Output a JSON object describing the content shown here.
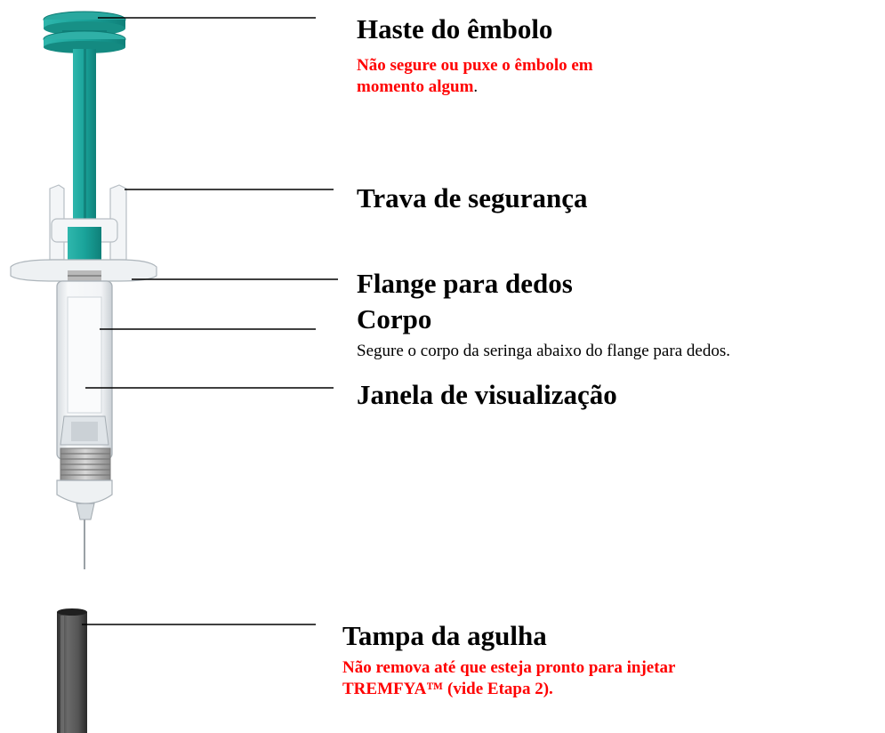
{
  "colors": {
    "plunger": "#1aa39a",
    "plunger_dark": "#0e7b74",
    "warning_text": "#ff0000",
    "needle_cap": "#4a4a4a"
  },
  "labels": {
    "plunger_rod": {
      "title": "Haste do êmbolo",
      "note_line1": "Não segure ou puxe o êmbolo em",
      "note_line2": "momento algum",
      "note_period": "."
    },
    "safety_guard": {
      "title": "Trava de segurança"
    },
    "finger_flange": {
      "title": "Flange para dedos"
    },
    "body": {
      "title": "Corpo",
      "note": "Segure o corpo da seringa abaixo do flange para dedos."
    },
    "viewing_window": {
      "title": "Janela de visualização"
    },
    "needle_cap": {
      "title": "Tampa da agulha",
      "note_line1": "Não remova até que esteja pronto para injetar",
      "note_line2": "TREMFYA™ (vide Etapa 2)."
    }
  }
}
